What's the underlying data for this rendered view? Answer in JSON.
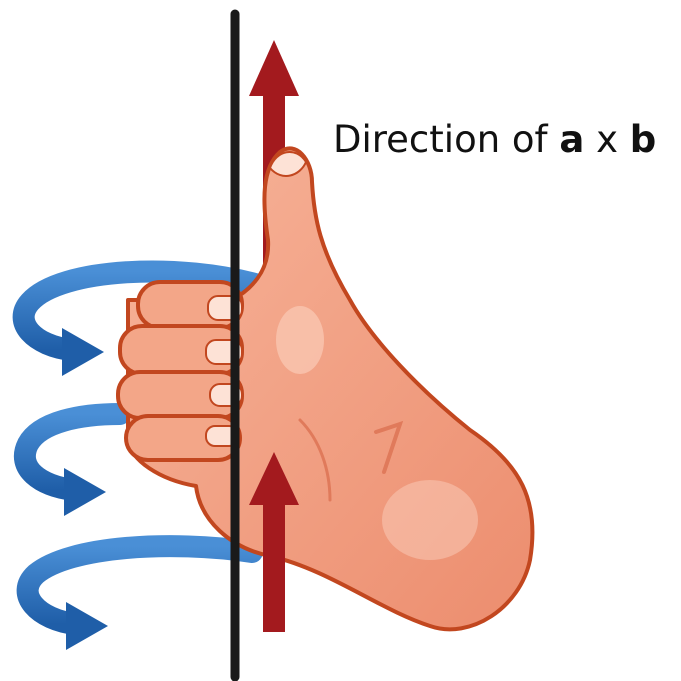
{
  "caption": {
    "prefix": "Direction of ",
    "vector_a": "a",
    "operator": " x ",
    "vector_b": "b"
  },
  "colors": {
    "rod": "#1a1a1a",
    "arrow": "#a31a1e",
    "rotation_arrows": "#2d6fb8",
    "skin": "#f2a283",
    "skin_outline": "#c2471f"
  }
}
